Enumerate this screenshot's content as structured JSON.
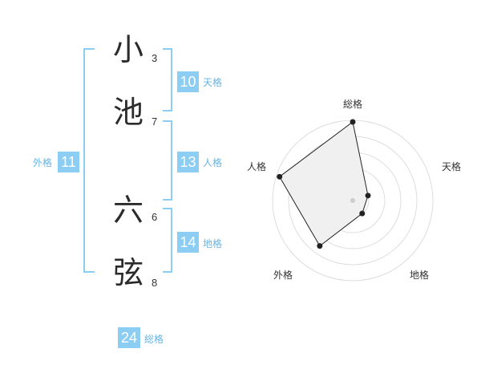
{
  "name": {
    "chars": [
      {
        "char": "小",
        "strokes": "3"
      },
      {
        "char": "池",
        "strokes": "7"
      },
      {
        "char": "六",
        "strokes": "6"
      },
      {
        "char": "弦",
        "strokes": "8"
      }
    ]
  },
  "fortunes": {
    "tenkaku": {
      "value": "10",
      "label": "天格"
    },
    "jinkaku": {
      "value": "13",
      "label": "人格"
    },
    "chikaku": {
      "value": "14",
      "label": "地格"
    },
    "gaikaku": {
      "value": "11",
      "label": "外格"
    },
    "soukaku": {
      "value": "24",
      "label": "総格"
    }
  },
  "colors": {
    "accent": "#8ccdf4",
    "label_text": "#67b4e4",
    "radar_fill": "#f0f0f0",
    "ring": "#dddddd"
  },
  "chart_data": {
    "type": "radar",
    "axes": [
      "総格",
      "天格",
      "地格",
      "外格",
      "人格"
    ],
    "max": 5,
    "values": [
      4.9,
      1.0,
      1.0,
      3.5,
      4.8
    ]
  }
}
